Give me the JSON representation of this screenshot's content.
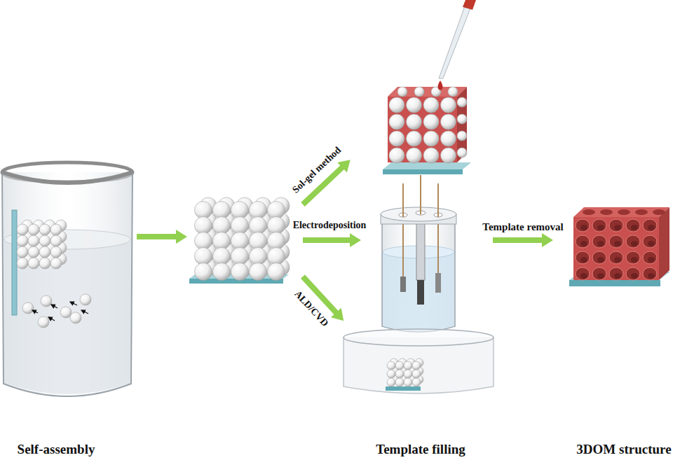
{
  "diagram": {
    "nodes": [
      {
        "text": [
          "Self-assembly"
        ]
      },
      {
        "text": [
          "Template filling"
        ]
      },
      {
        "text": [
          "3DOM structure"
        ]
      }
    ],
    "edges": [
      {
        "from": 0,
        "to": 1,
        "arrow": "to"
      },
      {
        "from": 1,
        "to": 2,
        "label": "Template removal",
        "arrow": "to"
      }
    ],
    "labels": [
      "Sol-gel method",
      "Electrodeposition",
      "ALD/CVD"
    ]
  }
}
